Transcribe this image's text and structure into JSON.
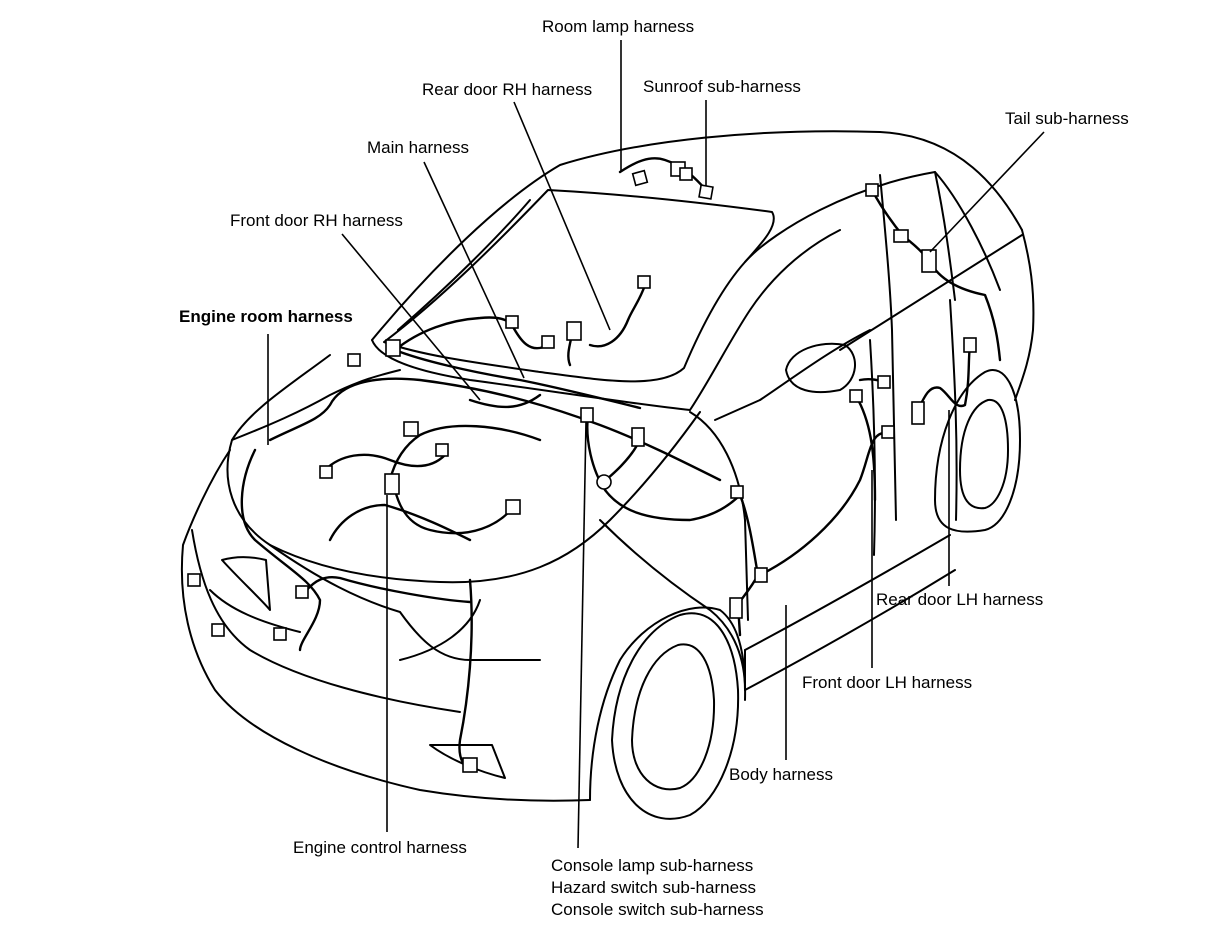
{
  "labels": {
    "room_lamp": "Room lamp harness",
    "rear_door_rh": "Rear door RH harness",
    "sunroof_sub": "Sunroof sub-harness",
    "tail_sub": "Tail sub-harness",
    "main": "Main harness",
    "front_door_rh": "Front door RH harness",
    "engine_room": "Engine room harness",
    "rear_door_lh": "Rear door LH harness",
    "front_door_lh": "Front door LH harness",
    "body": "Body harness",
    "engine_control": "Engine control harness",
    "console_lamp_sub": "Console lamp sub-harness",
    "hazard_switch_sub": "Hazard switch sub-harness",
    "console_switch_sub": "Console switch sub-harness"
  },
  "icons": {
    "connector": "connector-icon"
  }
}
